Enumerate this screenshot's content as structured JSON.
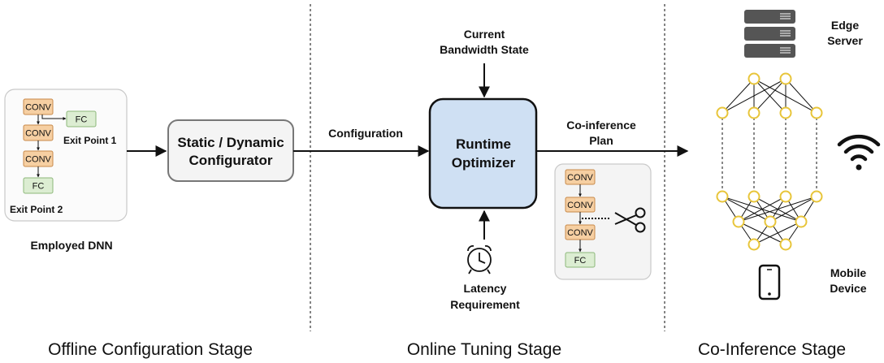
{
  "offline": {
    "dnn_caption": "Employed DNN",
    "layers": [
      "CONV",
      "FC",
      "CONV",
      "CONV",
      "FC"
    ],
    "exit_point_1": "Exit Point 1",
    "exit_point_2": "Exit Point 2",
    "configurator_line1": "Static / Dynamic",
    "configurator_line2": "Configurator",
    "stage_label": "Offline Configuration Stage"
  },
  "online": {
    "configuration_label": "Configuration",
    "bandwidth_line1": "Current",
    "bandwidth_line2": "Bandwidth State",
    "optimizer_line1": "Runtime",
    "optimizer_line2": "Optimizer",
    "latency_line1": "Latency",
    "latency_line2": "Requirement",
    "plan_line1": "Co-inference",
    "plan_line2": "Plan",
    "plan_layers": [
      "CONV",
      "CONV",
      "CONV",
      "FC"
    ],
    "stage_label": "Online Tuning Stage"
  },
  "coinference": {
    "edge_line1": "Edge",
    "edge_line2": "Server",
    "mobile_line1": "Mobile",
    "mobile_line2": "Device",
    "stage_label": "Co-Inference Stage"
  },
  "colors": {
    "conv_fill": "#f6cfa2",
    "conv_stroke": "#c88a4a",
    "fc_fill": "#dcedd2",
    "fc_stroke": "#8db87a",
    "optimizer_fill": "#cfe0f3",
    "node_stroke": "#e8c53a",
    "server_fill": "#555555"
  }
}
